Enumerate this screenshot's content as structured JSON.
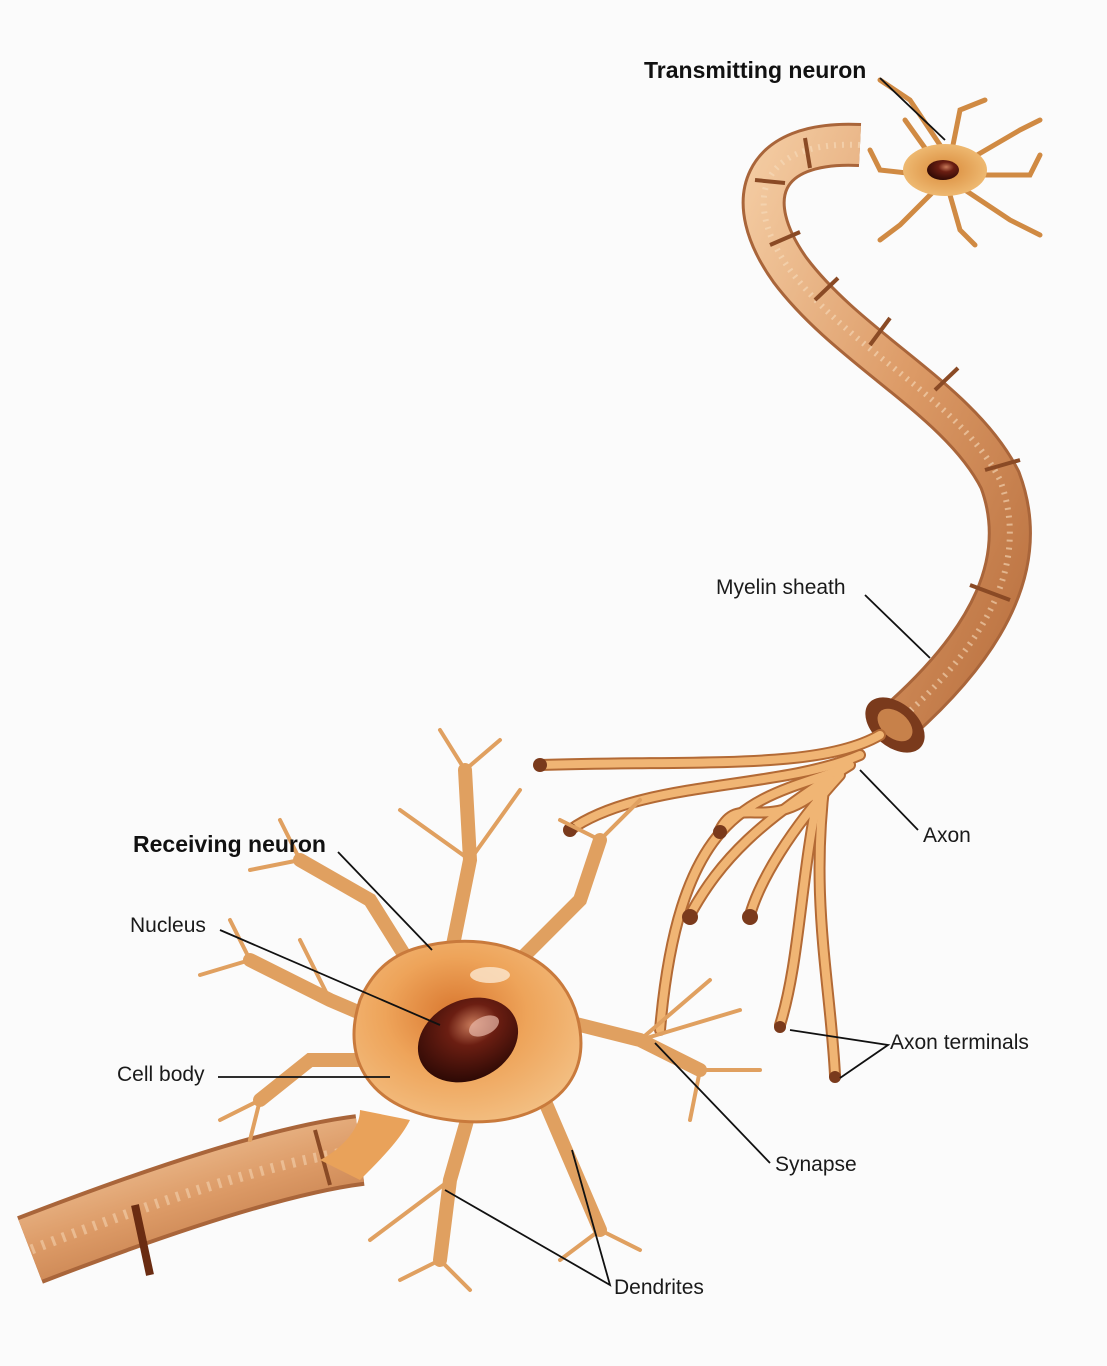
{
  "labels": {
    "transmitting_neuron": "Transmitting neuron",
    "receiving_neuron": "Receiving neuron",
    "myelin_sheath": "Myelin sheath",
    "axon": "Axon",
    "nucleus": "Nucleus",
    "cell_body": "Cell body",
    "axon_terminals": "Axon terminals",
    "synapse": "Synapse",
    "dendrites": "Dendrites"
  },
  "colors": {
    "background": "#fbfbfb",
    "cell_fill": "#e9a25a",
    "cell_light": "#f4c98e",
    "cell_dark": "#c8743a",
    "nucleus": "#5a1a10",
    "leader_line": "#111111"
  }
}
